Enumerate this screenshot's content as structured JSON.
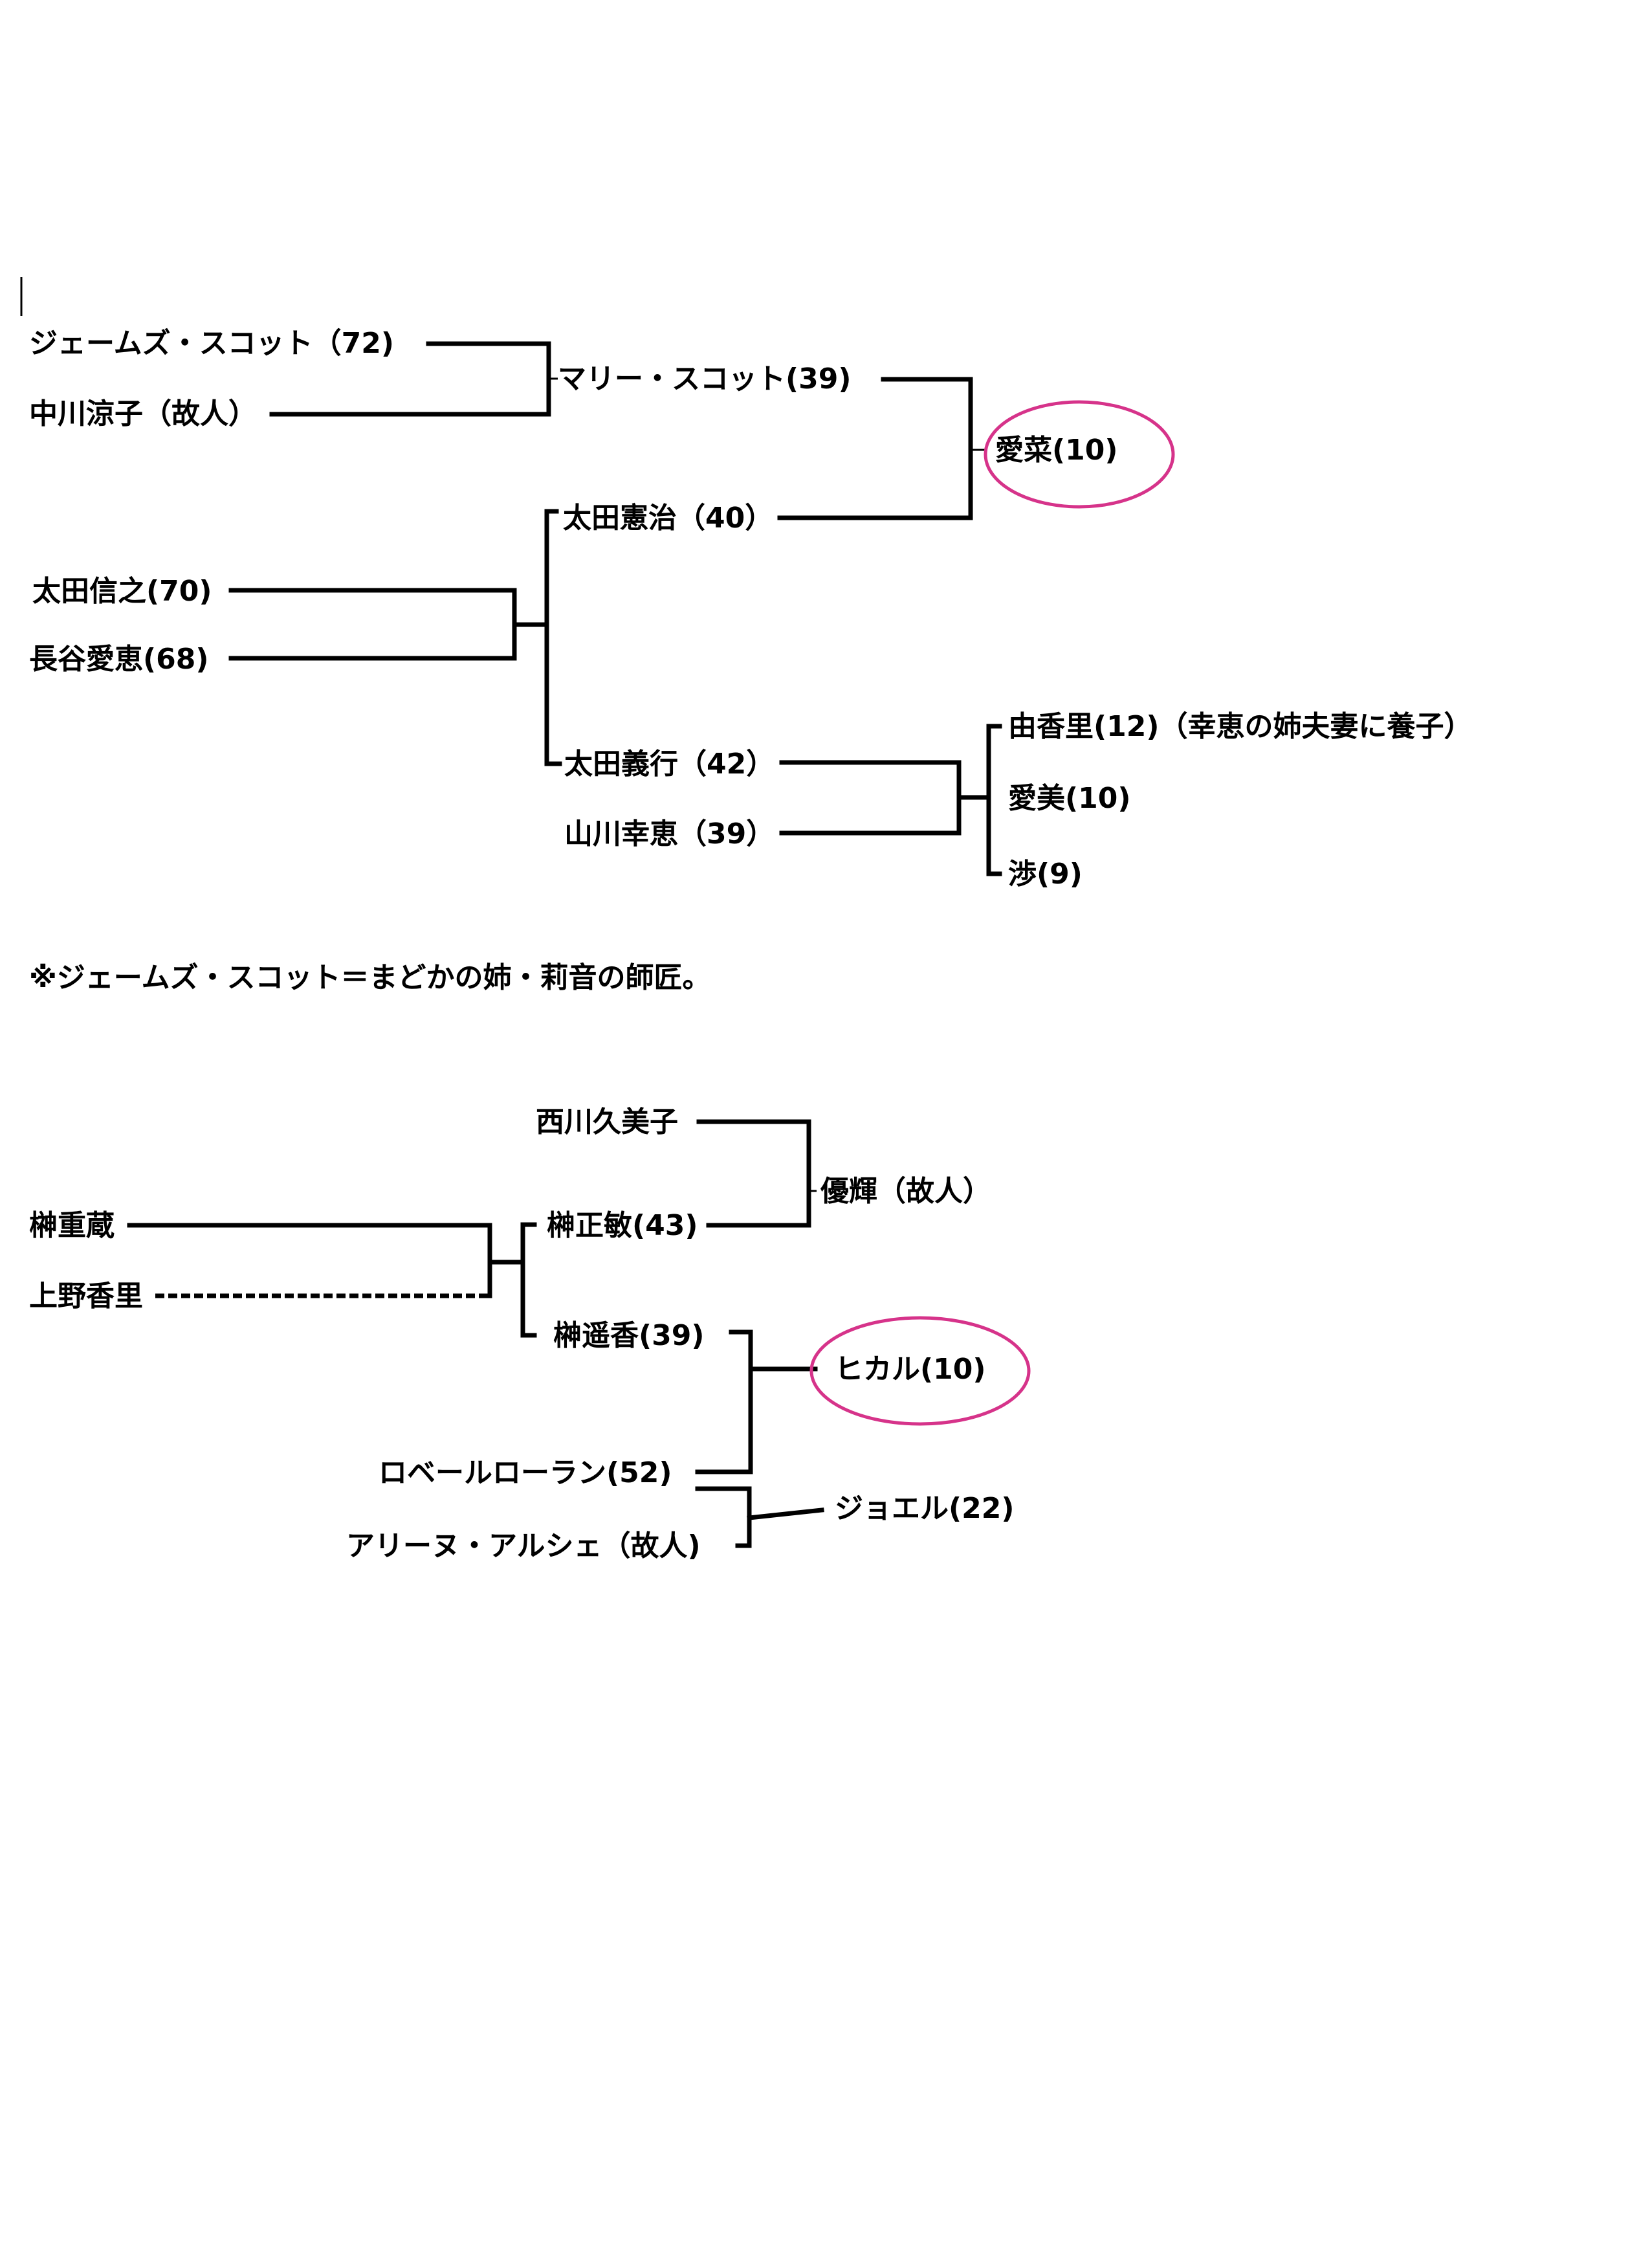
{
  "accent_color": "#d6338a",
  "family1": {
    "james": "ジェームズ・スコット（72)",
    "ryoko": "中川涼子（故人）",
    "mary": "マリー・スコット(39)",
    "aina": "愛菜(10)",
    "kenji": "太田憲治（40）",
    "nobuyuki": "太田信之(70)",
    "yoshie": "長谷愛恵(68)",
    "yoshiyuki": "太田義行（42）",
    "sachie": "山川幸恵（39）",
    "yukari": "由香里(12)（幸恵の姉夫妻に養子）",
    "manami": "愛美(10)",
    "wataru": "渉(9)"
  },
  "note": "※ジェームズ・スコット＝まどかの姉・莉音の師匠。",
  "family2": {
    "kumiko": "西川久美子",
    "yuki": "優輝（故人）",
    "shigezo": "榊重蔵",
    "kaori": "上野香里",
    "masatoshi": "榊正敏(43)",
    "haruka": "榊遥香(39)",
    "hikaru": "ヒカル(10)",
    "robert": "ロベールローラン(52)",
    "arine": "アリーヌ・アルシェ（故人)",
    "joel": "ジョエル(22)"
  }
}
